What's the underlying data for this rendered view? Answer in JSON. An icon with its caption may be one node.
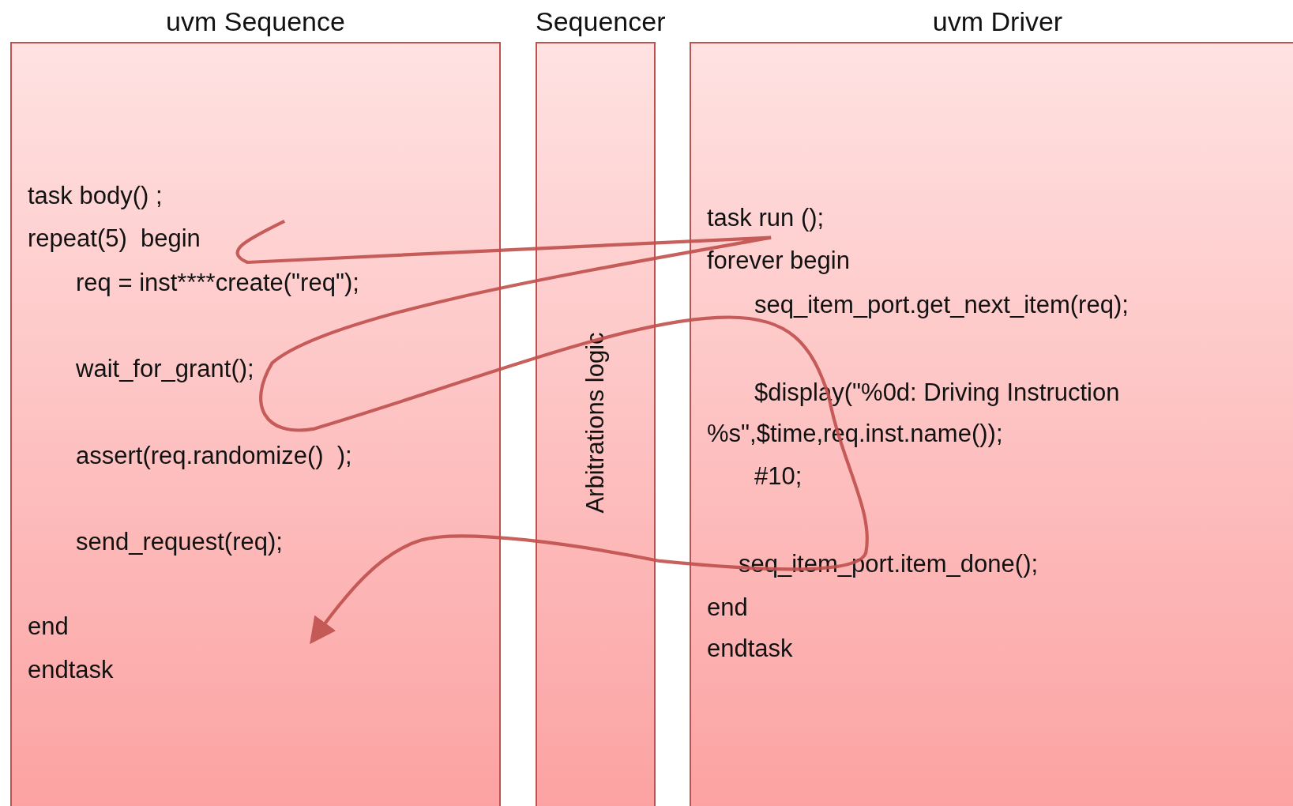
{
  "diagram": {
    "nodes": [
      {
        "text": [
          "uvm Sequence",
          "task body() ;",
          "repeat(5)  begin",
          "req = inst****create(\"req\");",
          "wait_for_grant();",
          "assert(req.randomize()  );",
          "send_request(req);",
          "end",
          "endtask"
        ]
      },
      {
        "text": [
          "Sequencer",
          "Arbitrations logic"
        ]
      },
      {
        "text": [
          "uvm Driver",
          "task run ();",
          "forever begin",
          "seq_item_port.get_next_item(req);",
          "$display(\"%0d: Driving Instruction %s\",$time,req.inst.name());",
          "#10;",
          "seq_item_port.item_done();",
          "end",
          "endtask"
        ]
      }
    ]
  }
}
